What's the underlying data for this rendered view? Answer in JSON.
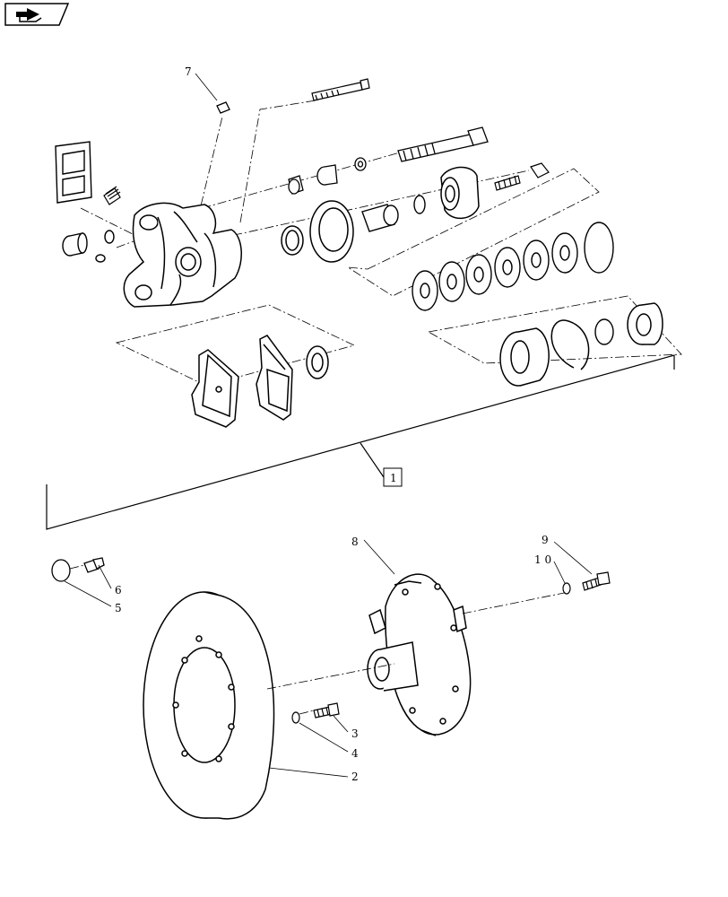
{
  "callouts": {
    "c1": "1",
    "c2": "2",
    "c3": "3",
    "c4": "4",
    "c5": "5",
    "c6": "6",
    "c7": "7",
    "c8": "8",
    "c9": "9",
    "c10": "1 0"
  },
  "icons": {
    "nav": "back-arrow-icon"
  }
}
